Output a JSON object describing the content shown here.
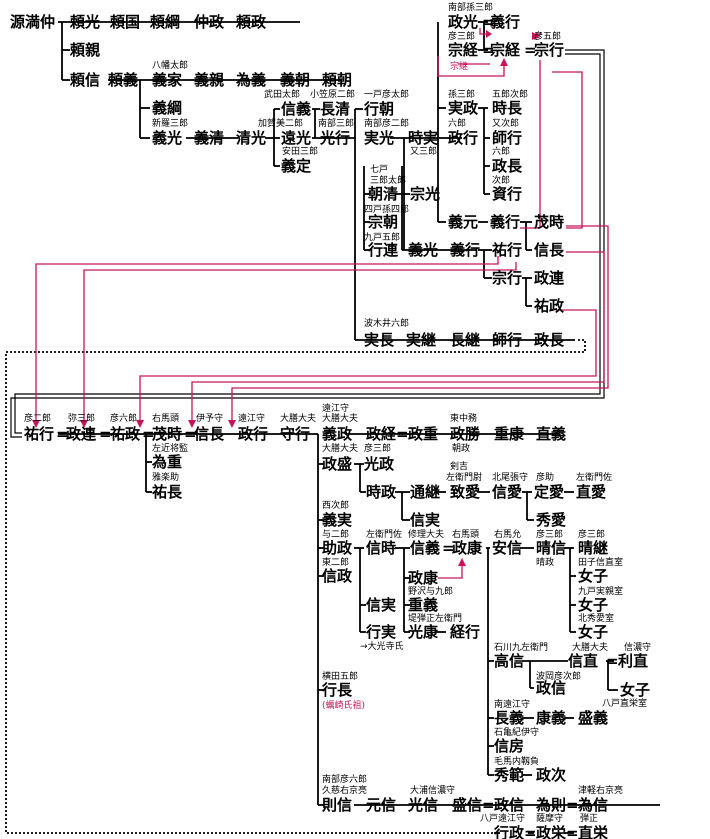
{
  "colors": {
    "pink": "#c8145a",
    "black": "#000000"
  },
  "nodes": {
    "n1": "源満仲",
    "n2": "頼光",
    "n3": "頼国",
    "n4": "頼綱",
    "n5": "仲政",
    "n6": "頼政",
    "n7": "頼親",
    "n8": "頼信",
    "n9": "頼義",
    "n10": "義家",
    "n11": "義親",
    "n12": "為義",
    "n13": "義朝",
    "n14": "頼朝",
    "n15": "義綱",
    "n16": "義光",
    "n17": "義清",
    "n18": "清光",
    "n19": "信義",
    "n20": "遠光",
    "n21": "義定",
    "n22": "長清",
    "n23": "光行",
    "n24": "行朝",
    "n25": "実光",
    "n26": "時実",
    "n27": "朝清",
    "n28": "宗光",
    "n29": "宗朝",
    "n30": "行連",
    "n31": "義光",
    "n32": "義行",
    "n33": "政光",
    "n34": "義行",
    "n35": "宗経",
    "n36": "宗経",
    "n37": "宗行",
    "n38": "実政",
    "n39": "時長",
    "n40": "政行",
    "n41": "師行",
    "n42": "政長",
    "n43": "資行",
    "n44": "義元",
    "n45": "義行",
    "n46": "茂時",
    "n47": "信長",
    "n48": "祐行",
    "n49": "宗行",
    "n50": "政連",
    "n51": "祐政",
    "n52": "実長",
    "n53": "実継",
    "n54": "長継",
    "n55": "師行",
    "n56": "政長",
    "n57": "祐行",
    "n58": "政連",
    "n59": "祐政",
    "n60": "茂時",
    "n61": "信長",
    "n62": "政行",
    "n63": "守行",
    "n64": "義政",
    "n65": "政経",
    "n66": "政重",
    "n67": "政勝",
    "n68": "重康",
    "n69": "直義",
    "n70": "為重",
    "n71": "祐長",
    "n72": "政盛",
    "n73": "光政",
    "n74": "時政",
    "n75": "通継",
    "n76": "信実",
    "n77": "致愛",
    "n78": "信愛",
    "n79": "定愛",
    "n80": "直愛",
    "n81": "秀愛",
    "n82": "義実",
    "n83": "助政",
    "n84": "信時",
    "n85": "信義",
    "n86": "政康",
    "n87": "安信",
    "n88": "晴信",
    "n89": "晴継",
    "n90": "女子",
    "n91": "女子",
    "n92": "女子",
    "n93": "信政",
    "n94": "政康",
    "n95": "信実",
    "n96": "重義",
    "n97": "行実",
    "n98": "光康",
    "n99": "経行",
    "n100": "高信",
    "n101": "信直",
    "n102": "利直",
    "n103": "政信",
    "n104": "女子",
    "n105": "行長",
    "n106": "長義",
    "n107": "康義",
    "n108": "盛義",
    "n109": "信房",
    "n110": "秀範",
    "n111": "政次",
    "n112": "則信",
    "n113": "元信",
    "n114": "光信",
    "n115": "盛信",
    "n116": "政信",
    "n117": "為則",
    "n118": "為信",
    "n119": "行政",
    "n120": "政栄",
    "n121": "直栄"
  },
  "labels": {
    "l1": "南部孫三郎",
    "l2": "彦三郎",
    "l3": "宗継",
    "l4": "彦五郎",
    "l5": "八幡太郎",
    "l6": "新羅三郎",
    "l7": "武田太郎",
    "l8": "小笠原二郎",
    "l9": "一戸彦太郎",
    "l10": "加賀美二郎",
    "l11": "南部三郎",
    "l12": "南部彦二郎",
    "l13": "安田三郎",
    "l14": "孫三郎",
    "l15": "五郎次郎",
    "l16": "六郎",
    "l17": "又次郎",
    "l18": "又三郎",
    "l19": "六郎",
    "l20": "次郎",
    "l21": "七戸",
    "l22": "三郎太郎",
    "l23": "四戸孫四郎",
    "l24": "九戸五郎",
    "l25": "波木井六郎",
    "l26": "彦二郎",
    "l27": "弥三郎",
    "l28": "彦六郎",
    "l29": "右馬頭",
    "l30": "伊予守",
    "l31": "遠江守",
    "l32": "大膳大夫",
    "l33": "遠江守",
    "l34": "大膳大夫",
    "l35": "東中務",
    "l36": "左近将監",
    "l37": "雅楽助",
    "l38": "朝政",
    "l39": "大膳大夫",
    "l40": "彦三郎",
    "l41": "剣吉",
    "l42": "左衛門尉",
    "l43": "北尾張守",
    "l44": "彦助",
    "l45": "左衛門佐",
    "l46": "西次郎",
    "l47": "与二郎",
    "l48": "左衛門佐",
    "l49": "修理大夫",
    "l50": "右馬頭",
    "l51": "右馬允",
    "l52": "彦三郎",
    "l53": "彦三郎",
    "l54": "晴政",
    "l55": "田子信直室",
    "l56": "九戸実親室",
    "l57": "北秀愛室",
    "l58": "東二郎",
    "l59": "野沢与九郎",
    "l60": "堤弾正左衛門",
    "l61": "→大光寺氏",
    "l62": "石川九左衛門",
    "l63": "大膳大夫",
    "l64": "信濃守",
    "l65": "波岡彦次郎",
    "l66": "八戸直栄室",
    "l67": "横田五郎",
    "l68": "(蠣崎氏祖)",
    "l69": "南遠江守",
    "l70": "石亀紀伊守",
    "l71": "毛馬内靱負",
    "l72": "南部彦六郎",
    "l73": "久慈右京亮",
    "l74": "大浦信濃守",
    "l75": "津軽右京亮",
    "l76": "八戸遠江守",
    "l77": "薩摩守",
    "l78": "弾正"
  },
  "bonds": {
    "eq": "="
  }
}
